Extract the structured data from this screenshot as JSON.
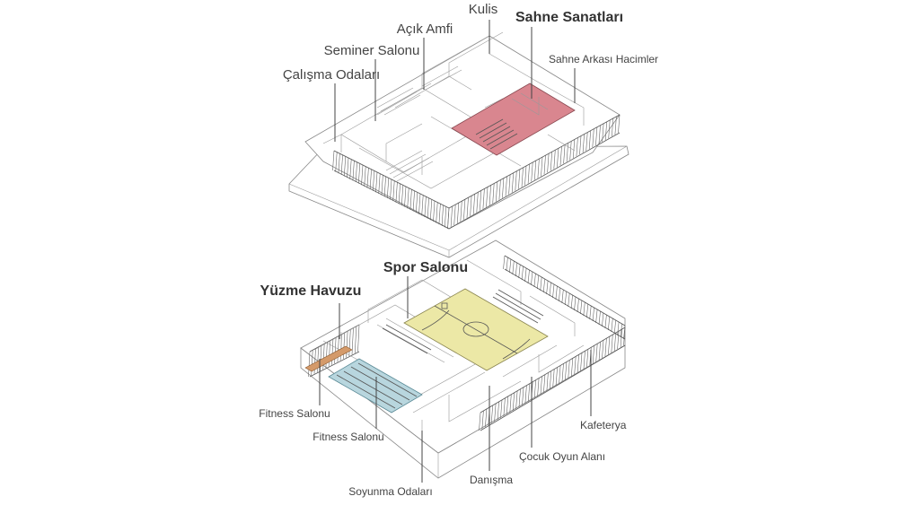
{
  "colors": {
    "stage_fill": "#d9868f",
    "court_fill": "#ece8a6",
    "pool_fill": "#b8d6de",
    "track_fill": "#d49a6a",
    "line": "#555555"
  },
  "labels": {
    "kulis": "Kulis",
    "sahne_sanatlari": "Sahne Sanatları",
    "acik_amfi": "Açık Amfi",
    "seminer_salonu": "Seminer Salonu",
    "sahne_arkasi": "Sahne Arkası Hacimler",
    "calisma_odalari": "Çalışma Odaları",
    "spor_salonu": "Spor Salonu",
    "yuzme_havuzu": "Yüzme Havuzu",
    "fitness_salonu_1": "Fitness Salonu",
    "fitness_salonu_2": "Fitness Salonu",
    "kafeterya": "Kafeterya",
    "cocuk_oyun_alani": "Çocuk Oyun Alanı",
    "danisma": "Danışma",
    "soyunma_odalari": "Soyunma Odaları"
  }
}
